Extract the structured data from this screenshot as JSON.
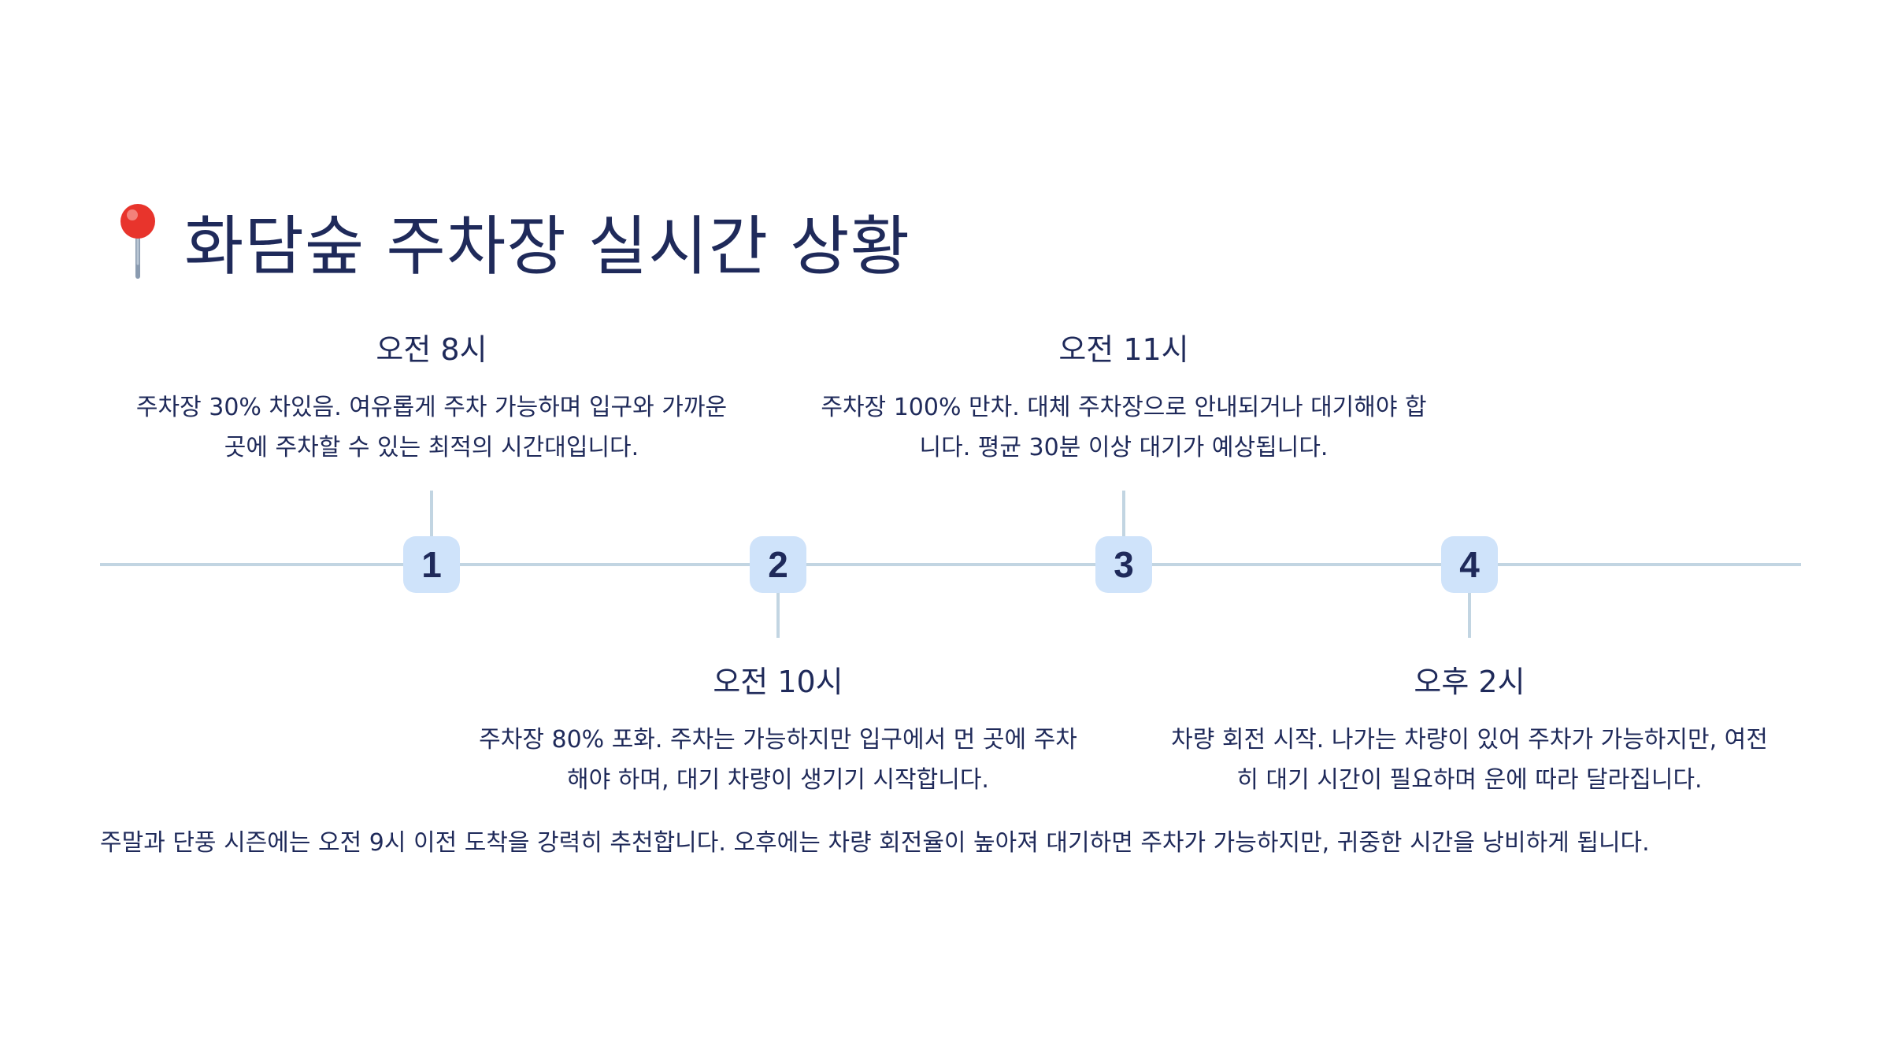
{
  "header": {
    "icon": "round-pushpin-icon",
    "title": "화담숲 주차장 실시간 상황"
  },
  "timeline": {
    "steps": [
      {
        "number": "1",
        "time": "오전 8시",
        "description": "주차장 30% 차있음. 여유롭게 주차 가능하며 입구와 가까운 곳에 주차할 수 있는 최적의 시간대입니다.",
        "position": "above"
      },
      {
        "number": "2",
        "time": "오전 10시",
        "description": "주차장 80% 포화. 주차는 가능하지만 입구에서 먼 곳에 주차해야 하며, 대기 차량이 생기기 시작합니다.",
        "position": "below"
      },
      {
        "number": "3",
        "time": "오전 11시",
        "description": "주차장 100% 만차. 대체 주차장으로 안내되거나 대기해야 합니다. 평균 30분 이상 대기가 예상됩니다.",
        "position": "above"
      },
      {
        "number": "4",
        "time": "오후 2시",
        "description": "차량 회전 시작. 나가는 차량이 있어 주차가 가능하지만, 여전히 대기 시간이 필요하며 운에 따라 달라집니다.",
        "position": "below"
      }
    ]
  },
  "footer": {
    "note": "주말과 단풍 시즌에는 오전 9시 이전 도착을 강력히 추천합니다. 오후에는 차량 회전율이 높아져 대기하면 주차가 가능하지만, 귀중한 시간을 낭비하게 됩니다."
  },
  "colors": {
    "text": "#1f2a5a",
    "line": "#c2d5e2",
    "node_background": "#cfe3fa",
    "pin_head": "#e8342c",
    "pin_needle": "#8a9bb0"
  }
}
